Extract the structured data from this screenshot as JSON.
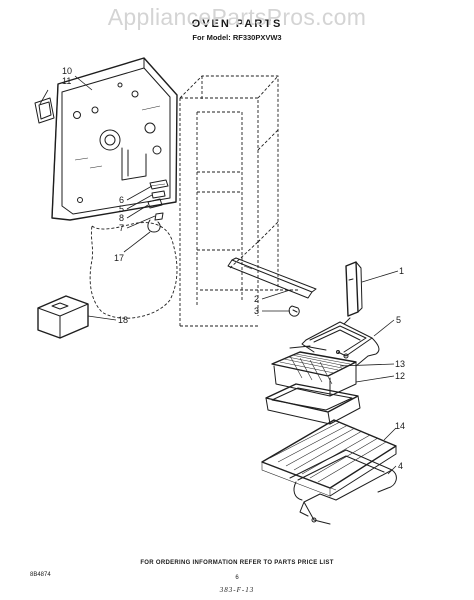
{
  "header": {
    "watermark": "AppliancePartsPros.com",
    "title": "OVEN PARTS",
    "model": "For Model: RF330PXVW3"
  },
  "callouts": [
    "10",
    "11",
    "6",
    "5",
    "8",
    "7",
    "17",
    "1",
    "2",
    "3",
    "18",
    "5",
    "13",
    "12",
    "14",
    "4"
  ],
  "footer": {
    "ordering_note": "FOR ORDERING INFORMATION REFER TO PARTS PRICE LIST",
    "part_code": "8B4874",
    "page_number": "6",
    "handwritten_note": "383-F-13"
  }
}
